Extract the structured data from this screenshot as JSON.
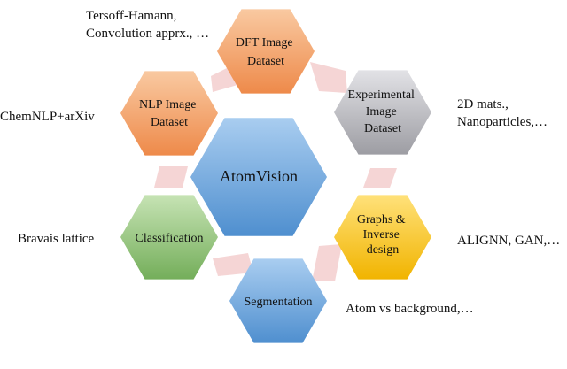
{
  "colors": {
    "center": "#6fa8dc",
    "orange": "#f4a261",
    "gray": "#b8b8bc",
    "yellow": "#f7c52a",
    "green": "#93c47d",
    "connector": "#f2c7c7"
  },
  "center": {
    "label": "AtomVision"
  },
  "nodes": [
    {
      "id": "dft",
      "lines": [
        "DFT Image",
        "Dataset"
      ],
      "annotation": [
        "Tersoff-Hamann,",
        "Convolution apprx., …"
      ]
    },
    {
      "id": "experimental",
      "lines": [
        "Experimental",
        "Image",
        "Dataset"
      ],
      "annotation": [
        "2D mats.,",
        "Nanoparticles,…"
      ]
    },
    {
      "id": "graphs",
      "lines": [
        "Graphs &",
        "Inverse",
        "design"
      ],
      "annotation": [
        "ALIGNN, GAN,…"
      ]
    },
    {
      "id": "segmentation",
      "lines": [
        "Segmentation"
      ],
      "annotation": [
        "Atom vs background,…"
      ]
    },
    {
      "id": "classification",
      "lines": [
        "Classification"
      ],
      "annotation": [
        "Bravais lattice"
      ]
    },
    {
      "id": "nlp",
      "lines": [
        "NLP Image",
        "Dataset"
      ],
      "annotation": [
        "ChemNLP+arXiv"
      ]
    }
  ]
}
